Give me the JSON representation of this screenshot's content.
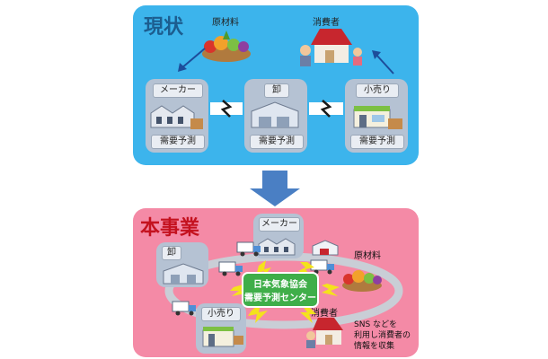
{
  "current": {
    "title": "現状",
    "raw_materials": "原材料",
    "consumer": "消費者",
    "nodes": [
      {
        "label": "メーカー",
        "forecast": "需要予測"
      },
      {
        "label": "卸",
        "forecast": "需要予測"
      },
      {
        "label": "小売り",
        "forecast": "需要予測"
      }
    ]
  },
  "project": {
    "title": "本事業",
    "center_line1": "日本気象協会",
    "center_line2": "需要予測センター",
    "wholesale": "卸",
    "maker": "メーカー",
    "retail": "小売り",
    "raw_materials": "原材料",
    "consumer": "消費者",
    "sns_line1": "SNS などを",
    "sns_line2": "利用し消費者の",
    "sns_line3": "情報を収集"
  },
  "colors": {
    "top_panel": "#3cb4ec",
    "bottom_panel": "#f48aa6",
    "center_box": "#3fae49",
    "arrow": "#4a7fc4",
    "lightning": "#f4e21c"
  }
}
